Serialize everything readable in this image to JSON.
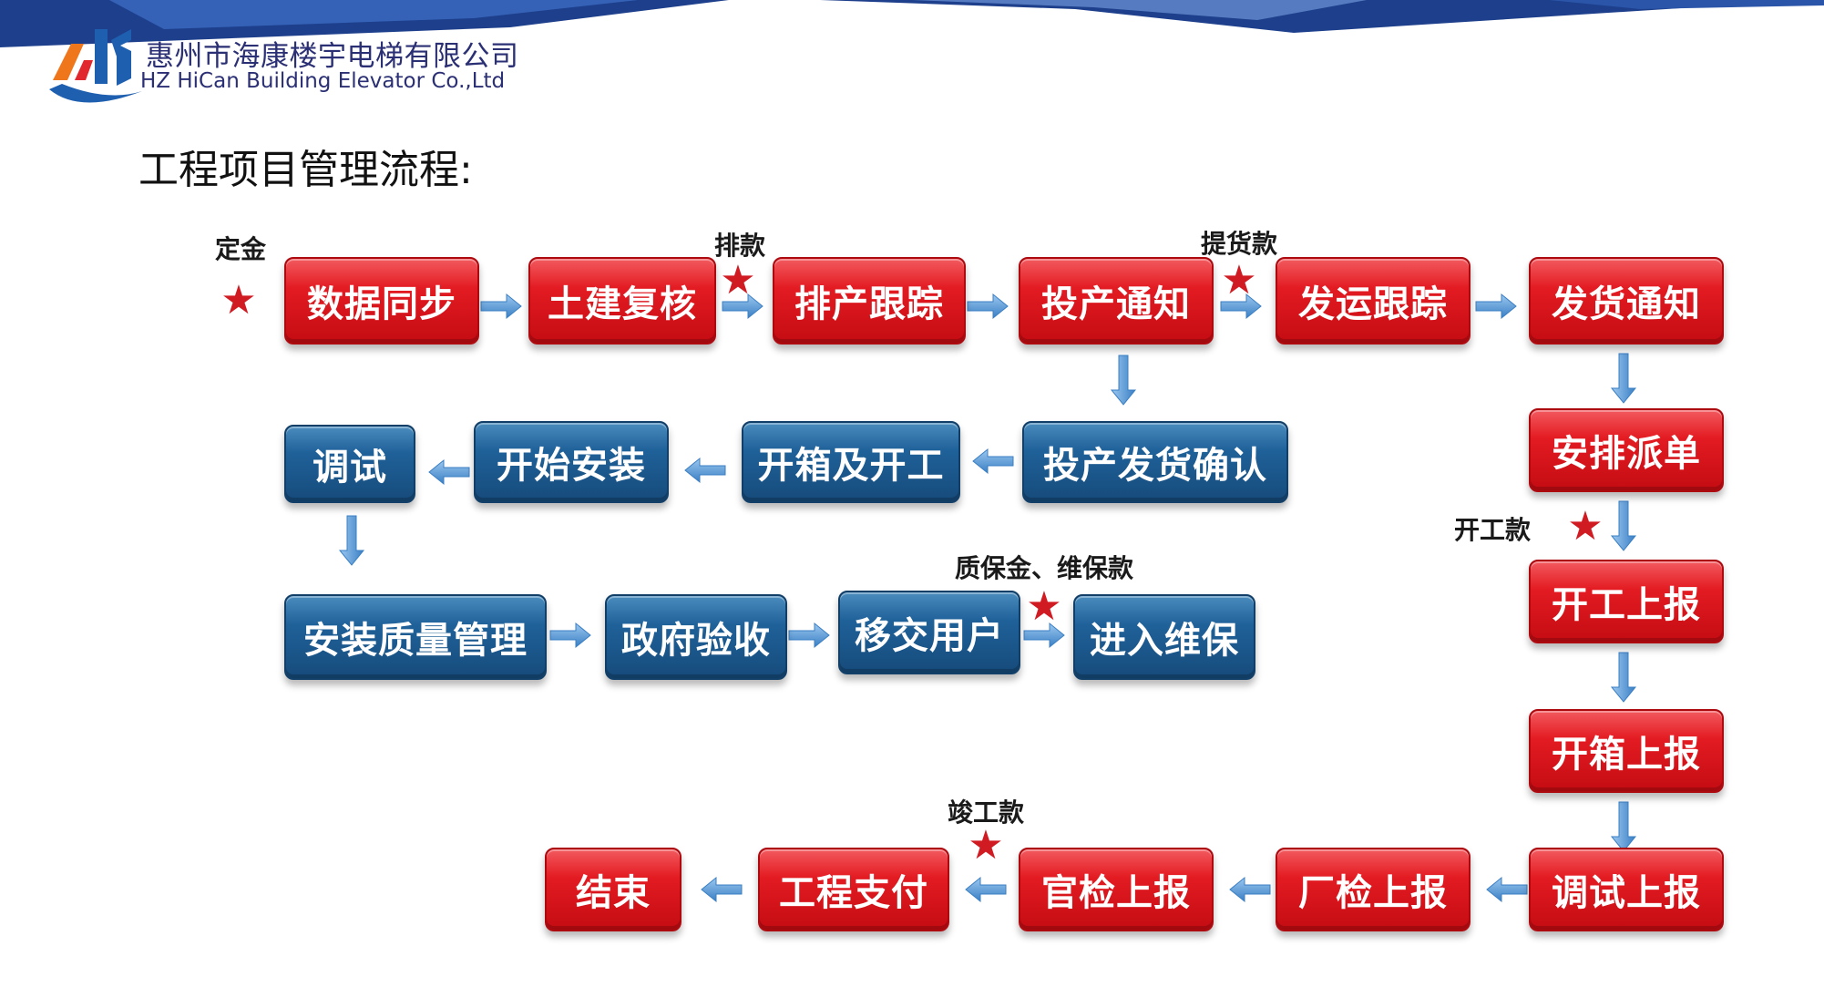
{
  "header": {
    "company_cn": "惠州市海康楼宇电梯有限公司",
    "company_en": "HZ HiCan Building Elevator Co.,Ltd",
    "title": "工程项目管理流程:"
  },
  "colors": {
    "stage_red": "#e31b22",
    "stage_blue": "#1f6199",
    "arrow": "#4a8fd0",
    "star": "#d11b22",
    "banner": "#1d3f8c"
  },
  "flow": {
    "row1": [
      "数据同步",
      "土建复核",
      "排产跟踪",
      "投产通知",
      "发运跟踪",
      "发货通知"
    ],
    "row2": [
      "调试",
      "开始安装",
      "开箱及开工",
      "投产发货确认"
    ],
    "row3": [
      "安装质量管理",
      "政府验收",
      "移交用户",
      "进入维保"
    ],
    "right_column": [
      "安排派单",
      "开工上报",
      "开箱上报"
    ],
    "row4": [
      "结束",
      "工程支付",
      "官检上报",
      "厂检上报",
      "调试上报"
    ]
  },
  "payments": {
    "deposit": "定金",
    "schedule": "排款",
    "pickup": "提货款",
    "start": "开工款",
    "warranty": "质保金、维保款",
    "completion": "竣工款"
  },
  "star_glyph": "★",
  "icons": [
    "logo-mark-icon",
    "flow-arrow-icon",
    "star-icon"
  ]
}
